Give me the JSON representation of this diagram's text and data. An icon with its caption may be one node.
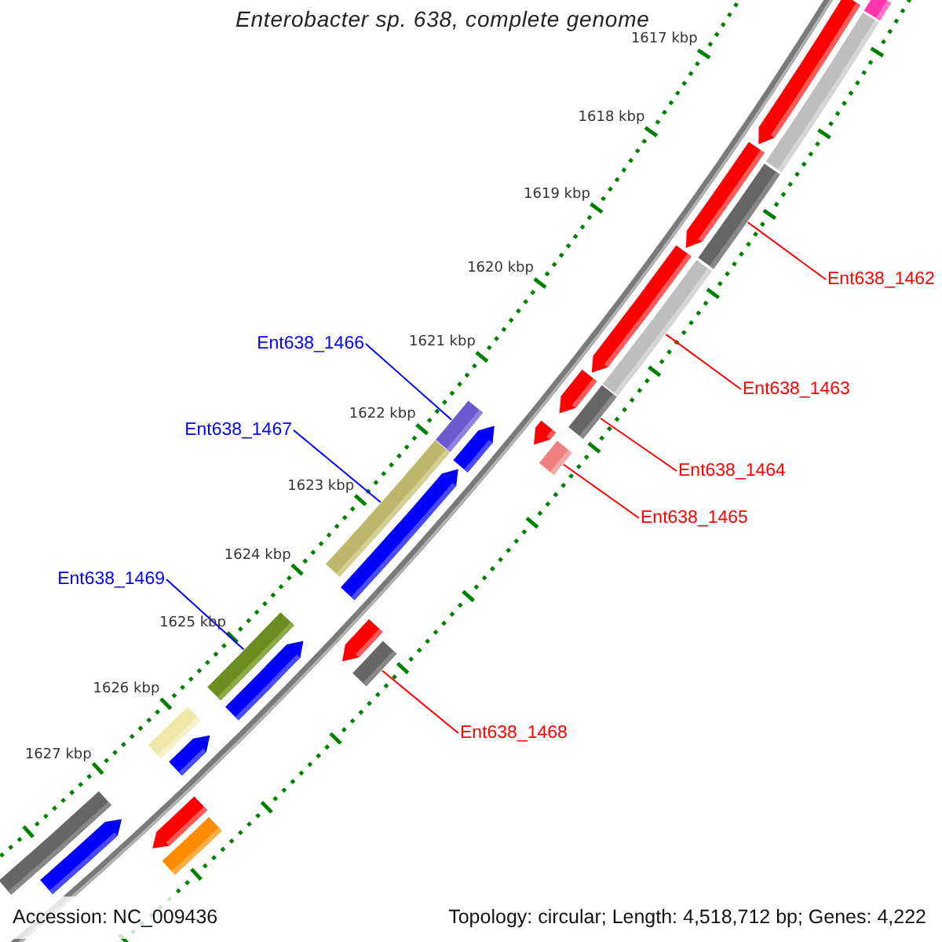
{
  "diagram": {
    "title": "Enterobacter sp. 638, complete genome",
    "nodes": [
      {
        "text": [
          "Ent638_1462"
        ]
      },
      {
        "text": [
          "Ent638_1466"
        ]
      },
      {
        "text": [
          "Ent638_1463"
        ]
      },
      {
        "text": [
          "Ent638_1467"
        ]
      },
      {
        "text": [
          "Ent638_1464"
        ]
      },
      {
        "text": [
          "Ent638_1465"
        ]
      },
      {
        "text": [
          "Ent638_1469"
        ]
      },
      {
        "text": [
          "Ent638_1468"
        ]
      },
      {
        "text": [],
        "shape": "bar"
      },
      {
        "text": [],
        "shape": "bar"
      },
      {
        "text": [],
        "shape": "bar"
      },
      {
        "text": [],
        "shape": "bar"
      },
      {
        "text": [],
        "shape": "bar"
      },
      {
        "text": [],
        "shape": "bar"
      },
      {
        "text": [],
        "shape": "bar"
      },
      {
        "text": [],
        "shape": "bar"
      },
      {
        "text": [],
        "shape": "bar"
      },
      {
        "text": [],
        "shape": "bar"
      },
      {
        "text": [],
        "shape": "bar"
      },
      {
        "text": [],
        "shape": "bar"
      },
      {
        "text": [],
        "shape": "bar"
      },
      {
        "text": [],
        "shape": "bar"
      },
      {
        "text": [],
        "shape": "bar"
      },
      {
        "text": [],
        "shape": "bar"
      },
      {
        "text": [],
        "shape": "bar"
      },
      {
        "text": [],
        "shape": "bar"
      },
      {
        "text": [],
        "shape": "bar"
      },
      {
        "text": [],
        "shape": "bar"
      },
      {
        "text": [],
        "shape": "bar"
      },
      {
        "text": [],
        "shape": "bar"
      },
      {
        "text": [],
        "shape": "bar"
      },
      {
        "text": [],
        "shape": "bar"
      },
      {
        "text": [],
        "shape": "bar"
      }
    ],
    "edges": [
      {
        "from": 0,
        "to": 8,
        "arrow": "none"
      },
      {
        "from": 1,
        "to": 9,
        "arrow": "none",
        "color": "#0000ff"
      },
      {
        "from": 2,
        "to": 10,
        "arrow": "none"
      },
      {
        "from": 3,
        "to": 11,
        "arrow": "none",
        "color": "#0000ff"
      },
      {
        "from": 4,
        "to": 12,
        "arrow": "none"
      },
      {
        "from": 5,
        "to": 13,
        "arrow": "none"
      },
      {
        "from": 6,
        "to": 14,
        "arrow": "none",
        "color": "#0000ff"
      },
      {
        "from": 7,
        "to": 15,
        "arrow": "none"
      }
    ],
    "labels": [
      "1617 kbp",
      "1618 kbp",
      "1619 kbp",
      "1620 kbp",
      "1621 kbp",
      "1622 kbp",
      "1623 kbp",
      "1624 kbp",
      "1625 kbp",
      "1626 kbp",
      "1627 kbp",
      "Accession: NC_009436",
      "Topology: circular; Length: 4,518,712 bp; Genes: 4,222"
    ]
  }
}
